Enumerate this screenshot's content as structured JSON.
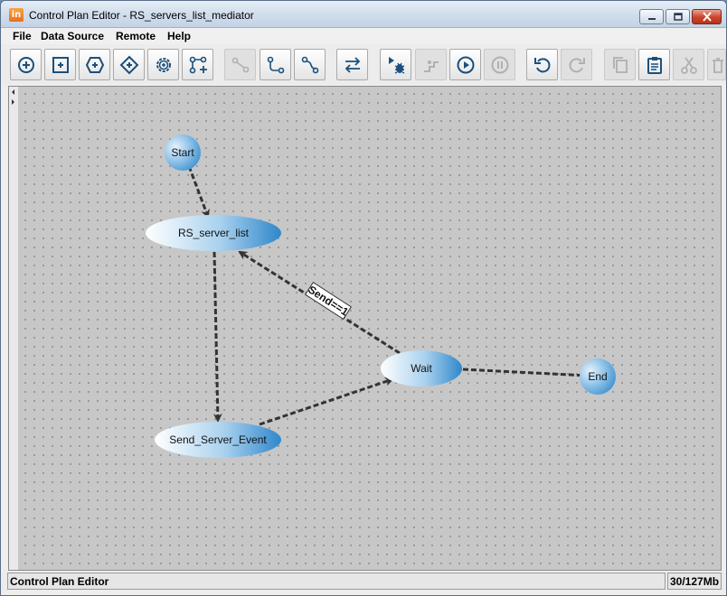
{
  "window": {
    "app_icon_text": "in",
    "title": "Control Plan Editor - RS_servers_list_mediator"
  },
  "menu": {
    "items": [
      "File",
      "Data Source",
      "Remote",
      "Help"
    ]
  },
  "toolbar": {
    "icons": [
      "add-start-node-icon",
      "add-task-node-icon",
      "add-hexagon-node-icon",
      "add-decision-node-icon",
      "add-gear-node-icon",
      "add-branch-node-icon",
      "connect-disabled-icon",
      "connect-icon",
      "connect-alt-icon",
      "swap-icon",
      "debug-icon",
      "step-disabled-icon",
      "play-icon",
      "pause-disabled-icon",
      "undo-icon",
      "redo-disabled-icon",
      "copy-disabled-icon",
      "paste-icon",
      "cut-disabled-icon",
      "delete-disabled-icon"
    ],
    "accent_color": "#1b4f7c"
  },
  "diagram": {
    "nodes": [
      {
        "id": "start",
        "label": "Start"
      },
      {
        "id": "rs_server_list",
        "label": "RS_server_list"
      },
      {
        "id": "wait",
        "label": "Wait"
      },
      {
        "id": "end",
        "label": "End"
      },
      {
        "id": "send_server_event",
        "label": "Send_Server_Event"
      }
    ],
    "edges": [
      {
        "from": "start",
        "to": "rs_server_list",
        "label": ""
      },
      {
        "from": "rs_server_list",
        "to": "send_server_event",
        "label": ""
      },
      {
        "from": "send_server_event",
        "to": "wait",
        "label": ""
      },
      {
        "from": "wait",
        "to": "rs_server_list",
        "label": "Send==1"
      },
      {
        "from": "wait",
        "to": "end",
        "label": ""
      }
    ],
    "node_color": "#3d8fcf",
    "edge_color": "#333333"
  },
  "status": {
    "left": "Control Plan Editor",
    "right": "30/127Mb"
  }
}
